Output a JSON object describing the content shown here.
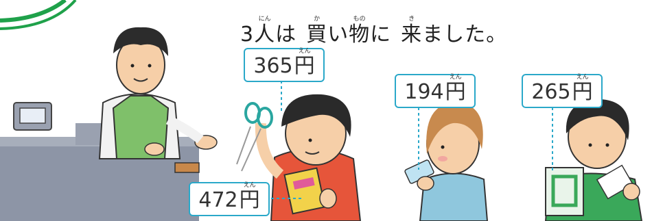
{
  "sentence": {
    "number": "3",
    "tokens": [
      {
        "text": "人",
        "ruby": "にん"
      },
      {
        "text": "は",
        "ruby": ""
      },
      {
        "text": "買",
        "ruby": "か"
      },
      {
        "text": "い",
        "ruby": ""
      },
      {
        "text": "物",
        "ruby": "もの"
      },
      {
        "text": "に",
        "ruby": ""
      },
      {
        "text": "来",
        "ruby": "き"
      },
      {
        "text": "ました。",
        "ruby": ""
      }
    ]
  },
  "price_tags": {
    "scissors": {
      "amount": "365",
      "unit": "円",
      "unit_ruby": "えん"
    },
    "girl": {
      "amount": "194",
      "unit": "円",
      "unit_ruby": "えん"
    },
    "boy_right": {
      "amount": "265",
      "unit": "円",
      "unit_ruby": "えん"
    },
    "crayons": {
      "amount": "472",
      "unit": "円",
      "unit_ruby": "えん"
    }
  },
  "colors": {
    "tag_border": "#2aa8c9",
    "apron": "#7fc06a",
    "counter": "#8d95a6",
    "boy_shirt": "#e6553a",
    "girl_shirt": "#8fc7dd",
    "notebook": "#3aa85a",
    "corner_arc": "#1fa14a"
  }
}
